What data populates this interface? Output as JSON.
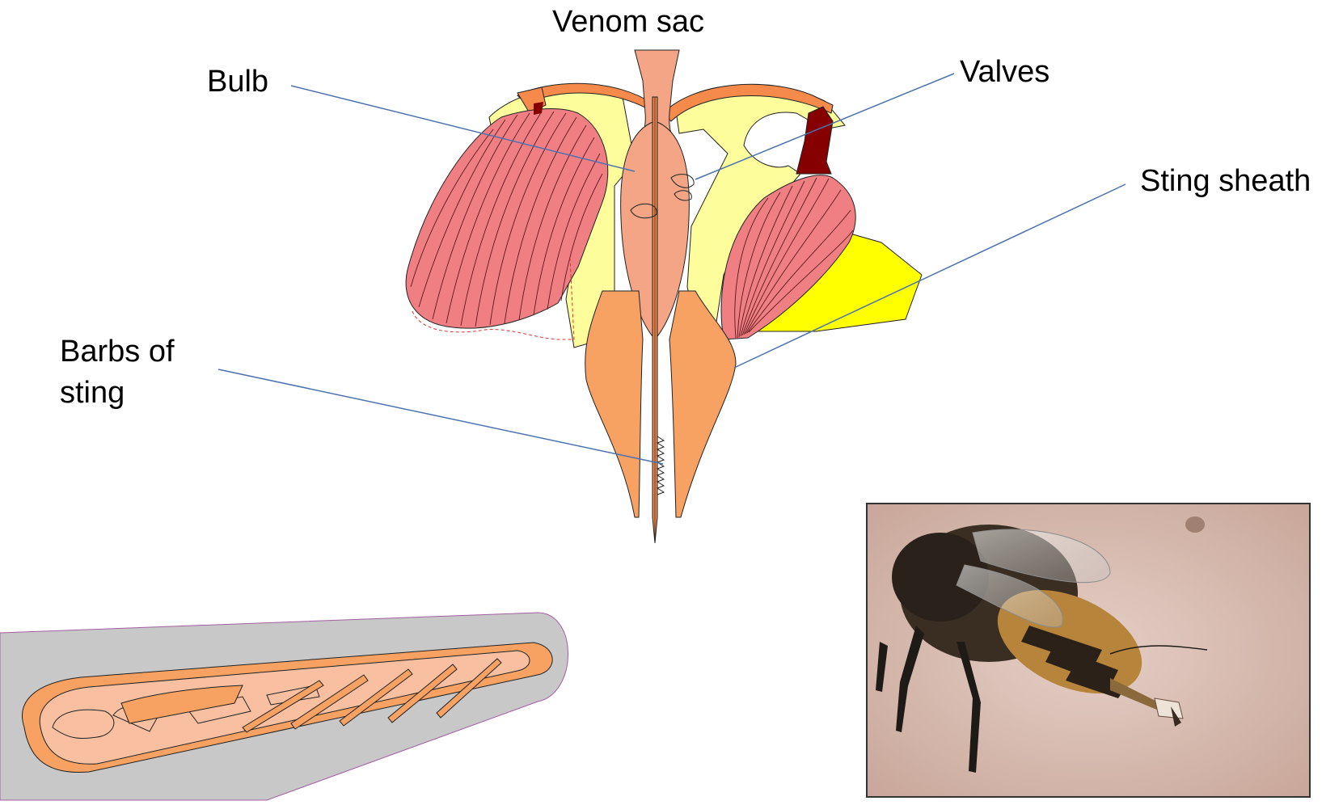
{
  "labels": {
    "venom_sac": "Venom sac",
    "bulb": "Bulb",
    "valves": "Valves",
    "sting_sheath": "Sting sheath",
    "barbs_line1": "Barbs of",
    "barbs_line2": "sting"
  },
  "colors": {
    "muscle": "#f07f84",
    "muscle_pink": "#f5a3a0",
    "yellow": "#ffff00",
    "pale_yellow": "#fdfd9b",
    "orange": "#f7a162",
    "salmon": "#f4a585",
    "dark_red": "#870000",
    "leader_line": "#4a72b0",
    "grey_tube": "#c8c8c8"
  },
  "images": {
    "photo_subject": "bee-stinging-skin-photo",
    "cross_section": "sting-cross-section-illustration"
  }
}
